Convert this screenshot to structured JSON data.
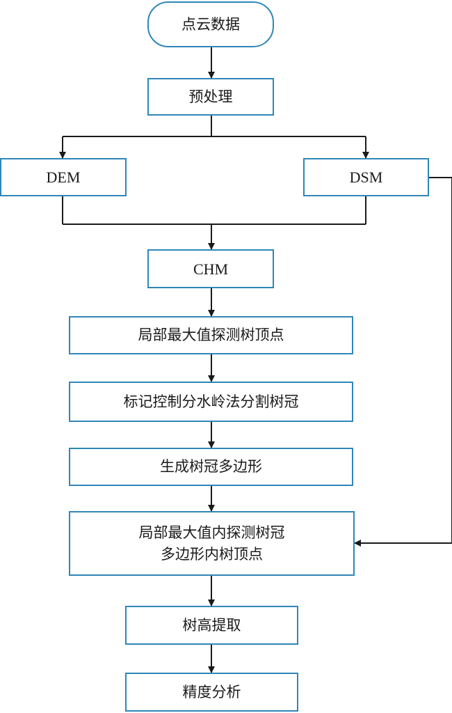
{
  "nodes": {
    "point_cloud": "点云数据",
    "preprocess": "预处理",
    "dem": "DEM",
    "dsm": "DSM",
    "chm": "CHM",
    "local_max": "局部最大值探测树顶点",
    "watershed": "标记控制分水岭法分割树冠",
    "polygon": "生成树冠多边形",
    "local_max_in_poly": "局部最大值内探测树冠\n多边形内树顶点",
    "height_extract": "树高提取",
    "accuracy": "精度分析"
  },
  "colors": {
    "box_border": "#2f86b7",
    "connector": "#1a1a1a",
    "text": "#1a1a1a"
  }
}
